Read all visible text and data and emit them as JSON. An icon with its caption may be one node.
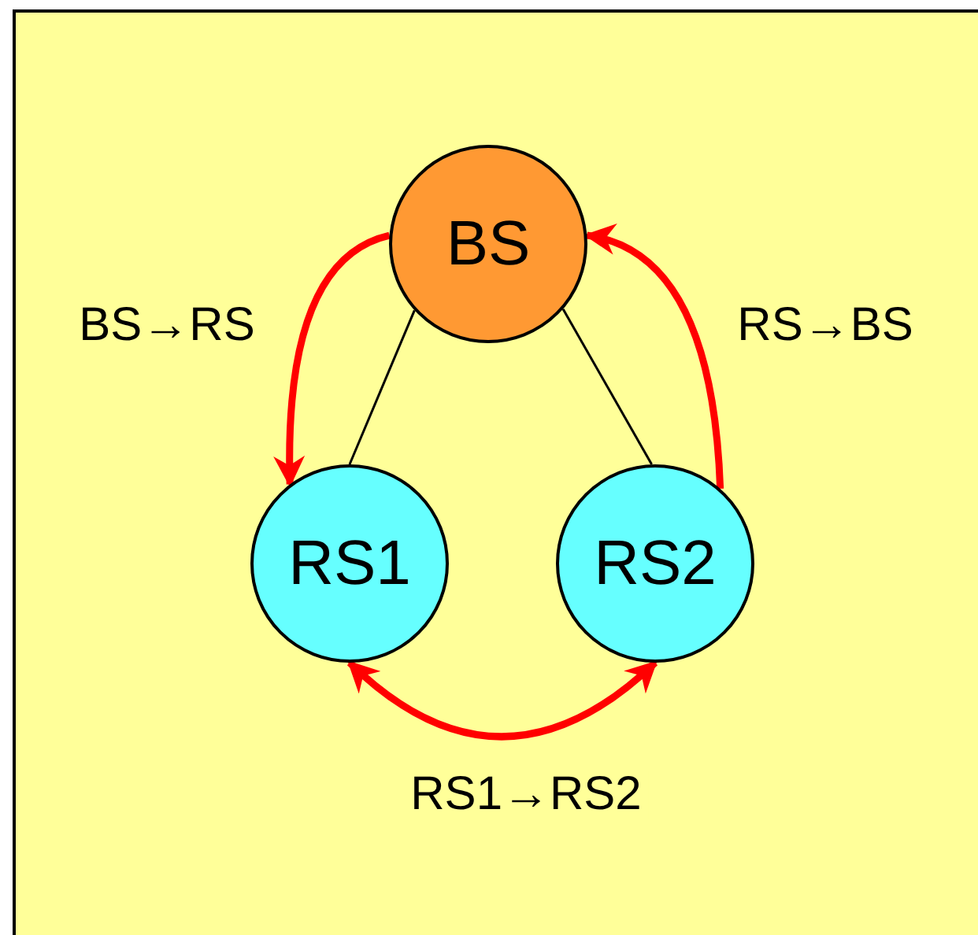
{
  "diagram": {
    "nodes": [
      {
        "text": [
          "BS"
        ]
      },
      {
        "text": [
          "RS1"
        ]
      },
      {
        "text": [
          "RS2"
        ]
      }
    ],
    "edges": [
      {
        "from": 0,
        "to": 1,
        "arrow": "none",
        "color": "#000000"
      },
      {
        "from": 0,
        "to": 2,
        "arrow": "none",
        "color": "#000000"
      },
      {
        "from": 0,
        "to": 1,
        "arrow": "to",
        "label": "BS→RS",
        "color": "#ff0000"
      },
      {
        "from": 2,
        "to": 0,
        "arrow": "to",
        "label": "RS→BS",
        "color": "#ff0000"
      },
      {
        "from": 1,
        "to": 2,
        "arrow": "both",
        "label": "RS1→RS2",
        "color": "#ff0000"
      }
    ]
  }
}
